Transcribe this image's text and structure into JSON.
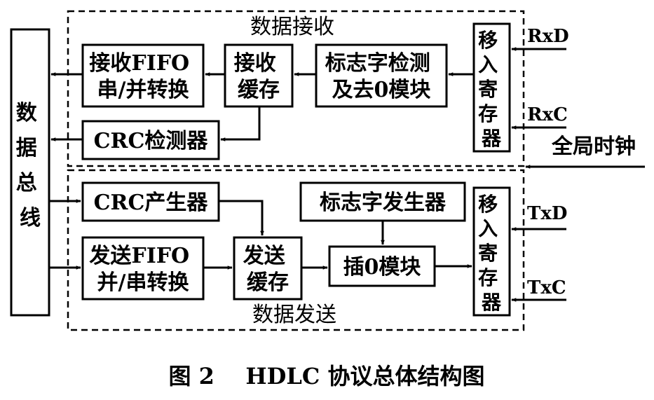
{
  "bus": {
    "label_lines": [
      "数",
      "据",
      "总",
      "线"
    ]
  },
  "receive_section": {
    "title": "数据接收",
    "fifo_block": [
      "接收FIFO",
      "串/并转换"
    ],
    "buffer_block": [
      "接收",
      "缓存"
    ],
    "flag_detect_block": [
      "标志字检测",
      "及去0模块"
    ],
    "crc_check_block": [
      "CRC检测器"
    ],
    "shift_register_block": [
      "移",
      "入",
      "寄",
      "存",
      "器"
    ],
    "rxd_label": "RxD",
    "rxc_label": "RxC"
  },
  "global_clock_label": "全局时钟",
  "send_section": {
    "title": "数据发送",
    "crc_gen_block": [
      "CRC产生器"
    ],
    "fifo_block": [
      "发送FIFO",
      "并/串转换"
    ],
    "buffer_block": [
      "发送",
      "缓存"
    ],
    "flag_gen_block": [
      "标志字发生器"
    ],
    "insert_zero_block": [
      "插0模块"
    ],
    "shift_register_block": [
      "移",
      "入",
      "寄",
      "存",
      "器"
    ],
    "txd_label": "TxD",
    "txc_label": "TxC"
  },
  "caption": "图 2    HDLC 协议总体结构图"
}
